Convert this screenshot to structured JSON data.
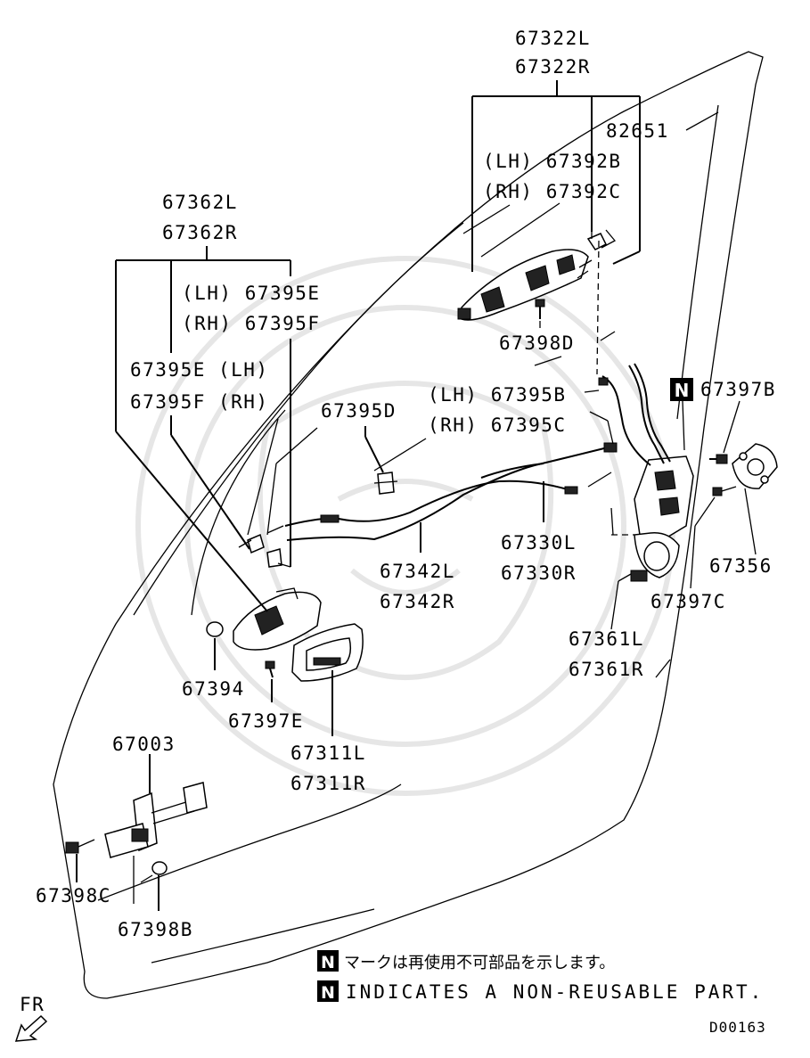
{
  "labels": {
    "p67322L": "67322L",
    "p67322R": "67322R",
    "p82651": "82651",
    "p67392B": "(LH) 67392B",
    "p67392C": "(RH) 67392C",
    "p67362L": "67362L",
    "p67362R": "67362R",
    "p67395E_top": "(LH) 67395E",
    "p67395F_top": "(RH) 67395F",
    "p67395E_mid": "67395E (LH)",
    "p67395F_mid": "67395F (RH)",
    "p67395D": "67395D",
    "p67398D": "67398D",
    "p67395B": "(LH) 67395B",
    "p67395C": "(RH) 67395C",
    "p67397B": "67397B",
    "p67330L": "67330L",
    "p67330R": "67330R",
    "p67342L": "67342L",
    "p67342R": "67342R",
    "p67356": "67356",
    "p67397C": "67397C",
    "p67361L": "67361L",
    "p67361R": "67361R",
    "p67394": "67394",
    "p67397E": "67397E",
    "p67311L": "67311L",
    "p67311R": "67311R",
    "p67003": "67003",
    "p67398C": "67398C",
    "p67398B": "67398B"
  },
  "badge": "N",
  "notes": {
    "jp": "マークは再使用不可部品を示します。",
    "en": "INDICATES A NON-REUSABLE PART."
  },
  "direction": "FR",
  "diagram_code": "D00163"
}
